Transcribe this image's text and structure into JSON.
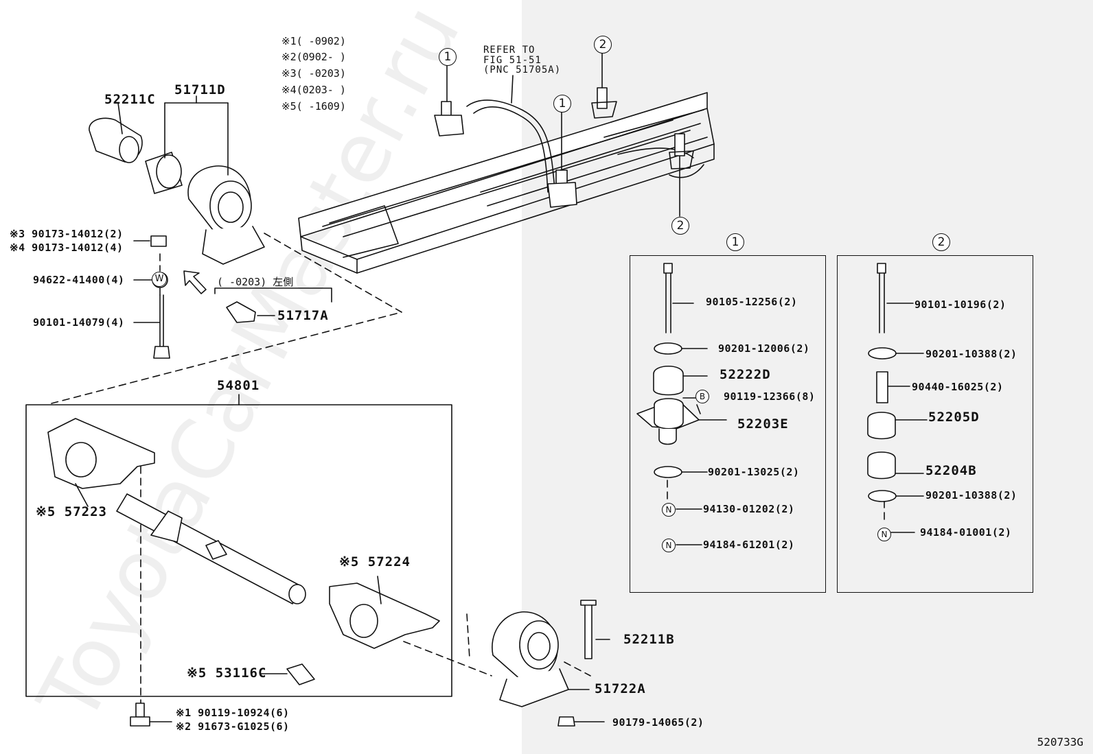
{
  "notes": [
    {
      "mark": "※1",
      "range": "(      -0902)"
    },
    {
      "mark": "※2",
      "range": "(0902-      )"
    },
    {
      "mark": "※3",
      "range": "(      -0203)"
    },
    {
      "mark": "※4",
      "range": "(0203-      )"
    },
    {
      "mark": "※5",
      "range": "(      -1609)"
    }
  ],
  "refer": {
    "line1": "REFER TO",
    "line2": "FIG 51-51",
    "line3": "(PNC 51705A)"
  },
  "callouts": {
    "one": "1",
    "two": "2"
  },
  "left_parts": {
    "p52211C": "52211C",
    "p51711D": "51711D",
    "p90173_3": "※3 90173-14012(2)",
    "p90173_4": "※4 90173-14012(4)",
    "p94622": "94622-41400(4)",
    "p90101_14079": "90101-14079(4)",
    "left_side_note": "(      -0203) 左側",
    "p51717A": "51717A",
    "p54801": "54801",
    "p57223": "※5 57223",
    "p57224": "※5 57224",
    "p53116C": "※5 53116C",
    "p90119_10924": "※1 90119-10924(6)",
    "p91673": "※2 91673-G1025(6)",
    "p52211B": "52211B",
    "p51722A": "51722A",
    "p90179": "90179-14065(2)"
  },
  "panel1": {
    "title": "1",
    "items": [
      "90105-12256(2)",
      "90201-12006(2)",
      "52222D",
      "90119-12366(8)",
      "52203E",
      "90201-13025(2)",
      "94130-01202(2)",
      "94184-61201(2)"
    ],
    "markers": {
      "bolt": "B",
      "nut1": "N",
      "nut2": "N"
    }
  },
  "panel2": {
    "title": "2",
    "items": [
      "90101-10196(2)",
      "90201-10388(2)",
      "90440-16025(2)",
      "52205D",
      "52204B",
      "90201-10388(2)",
      "94184-01001(2)"
    ],
    "markers": {
      "nut": "N"
    }
  },
  "washer_marker": "W",
  "watermark": "ToyotaCarMaster.ru",
  "figure_code": "520733G"
}
